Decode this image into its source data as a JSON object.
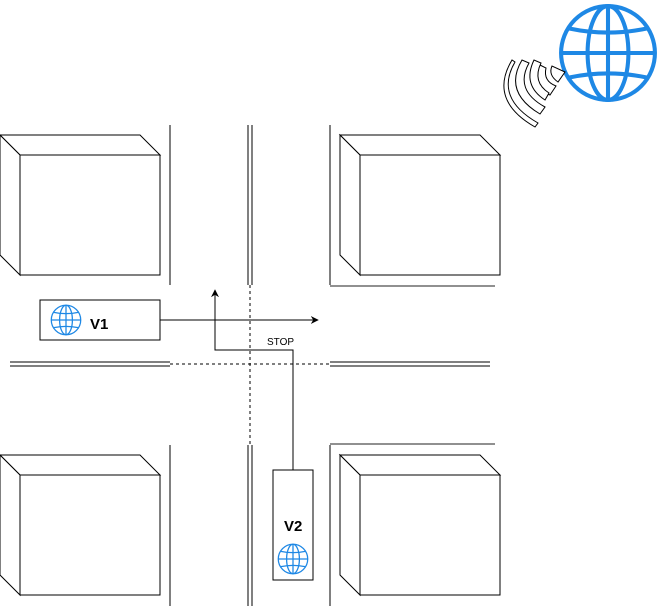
{
  "labels": {
    "vehicle_1": "V1",
    "vehicle_2": "V2",
    "stop": "STOP"
  },
  "icons": {
    "vehicle_icon": "globe-icon",
    "network_icon": "globe-icon",
    "signal_icon": "wireless-signal-icon"
  },
  "colors": {
    "globe": "#1e88e5",
    "lines": "#000000"
  }
}
